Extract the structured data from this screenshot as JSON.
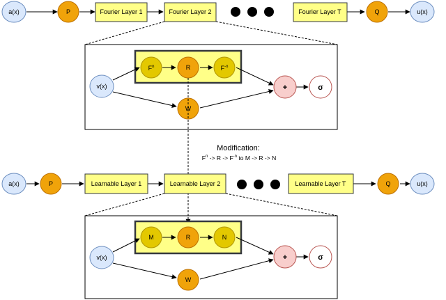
{
  "colors": {
    "blue_fill": "#dae8fc",
    "blue_stroke": "#6c8ebf",
    "orange_fill": "#f0a30a",
    "orange_stroke": "#bd7000",
    "yellow_fill": "#ffff88",
    "yellow_stroke": "#36393d",
    "red_fill": "#f8cecc",
    "red_stroke": "#b85450"
  },
  "top_chain": {
    "input": "a(x)",
    "lift": "P",
    "layer1": "Fourier Layer 1",
    "layer2": "Fourier Layer 2",
    "layerT": "Fourier Layer T",
    "project": "Q",
    "output": "u(x)"
  },
  "top_detail": {
    "input": "v(x)",
    "f": "F",
    "f_sup": "n",
    "r": "R",
    "finv": "F",
    "finv_sup": "-n",
    "w": "W",
    "plus": "+",
    "sigma": "σ"
  },
  "modification": {
    "title": "Modification:",
    "f": "F",
    "f_sup": "n",
    "mid": " -> R -> F",
    "finv_sup": "-n",
    "tail": " to M -> R -> N"
  },
  "bottom_chain": {
    "input": "a(x)",
    "lift": "P",
    "layer1": "Learnable Layer 1",
    "layer2": "Learnable Layer 2",
    "layerT": "Learnable Layer T",
    "project": "Q",
    "output": "u(x)"
  },
  "bottom_detail": {
    "input": "v(x)",
    "m": "M",
    "r": "R",
    "n": "N",
    "w": "W",
    "plus": "+",
    "sigma": "σ"
  }
}
